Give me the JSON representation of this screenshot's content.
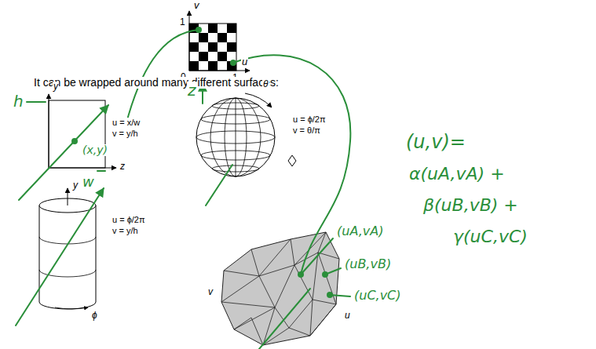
{
  "diagram": {
    "labels": [
      "v",
      "1",
      "0",
      "1",
      "u",
      "It can be wrapped around many different surfaces:",
      "y",
      "z",
      "u = x/w",
      "v = y/h",
      "h",
      "w",
      "(x,y)",
      "z",
      "θ",
      "u = ϕ/2π",
      "v = θ/π",
      "y",
      "u = ϕ/2π",
      "v = y/h",
      "ϕ",
      "v",
      "u",
      "(uA,vA)",
      "(uB,vB)",
      "(uC,vC)",
      "(u,v)=",
      "α(uA,vA) +",
      "β(uB,vB) +",
      "γ(uC,vC)"
    ]
  }
}
